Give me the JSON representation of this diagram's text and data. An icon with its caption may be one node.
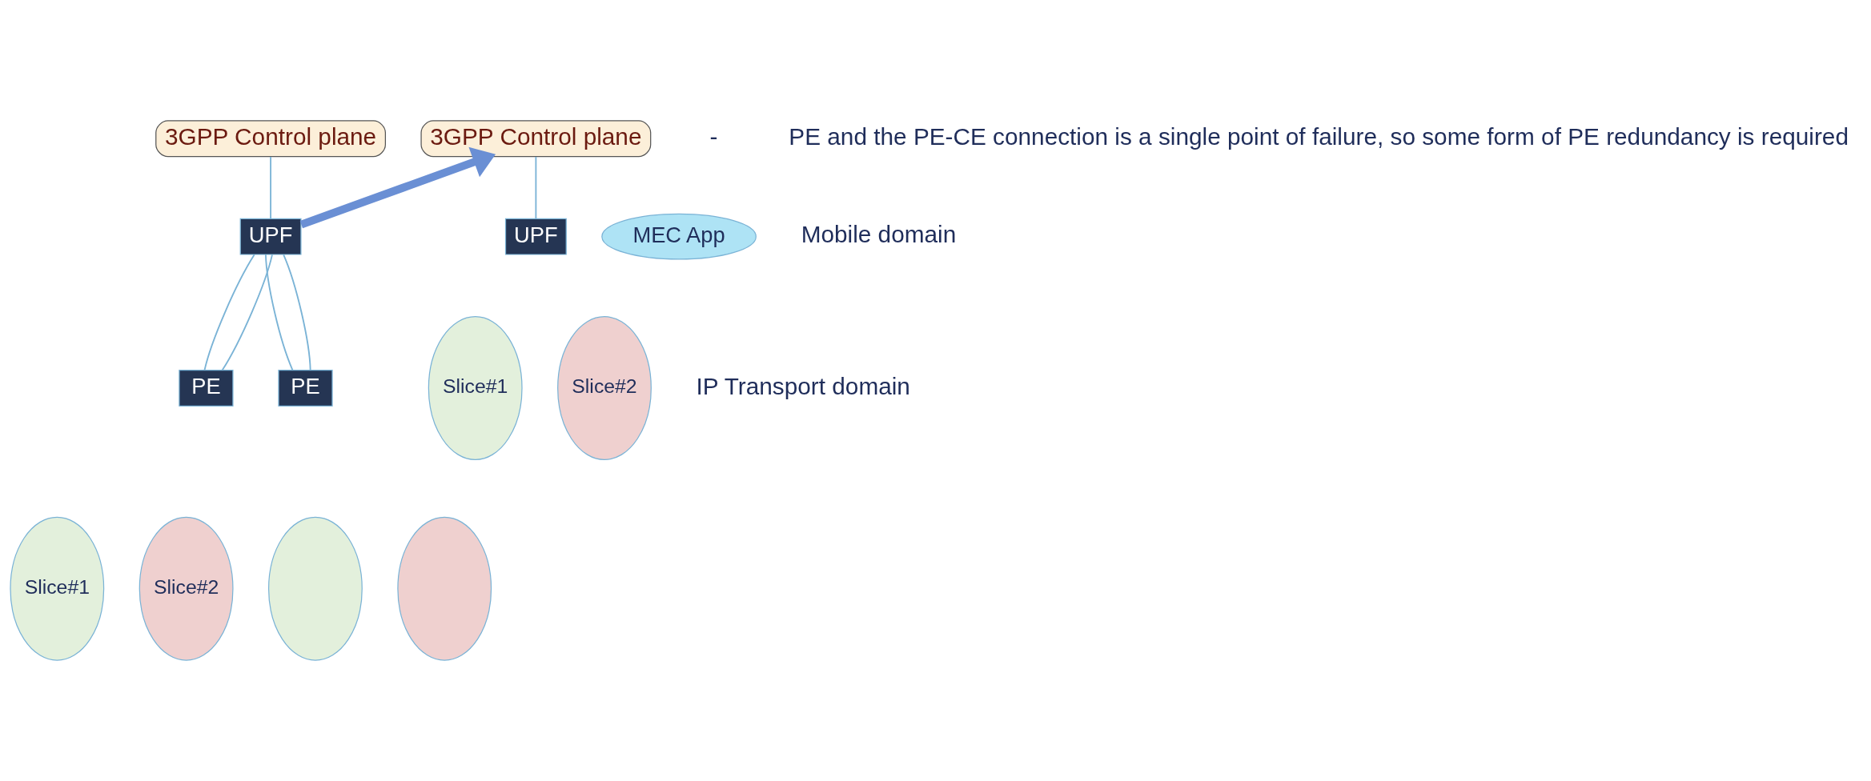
{
  "diagram": {
    "nodes": [
      {
        "text": [
          "3GPP Control plane"
        ]
      },
      {
        "text": [
          "UPF"
        ]
      },
      {
        "text": [
          "PE"
        ]
      },
      {
        "text": [
          "PE"
        ]
      },
      {
        "text": [
          "Slice#1"
        ]
      },
      {
        "text": [
          "Slice#2"
        ]
      },
      {
        "text": [],
        "shape": "ellipse"
      },
      {
        "text": [],
        "shape": "ellipse"
      },
      {
        "text": [
          "3GPP Control plane"
        ]
      },
      {
        "text": [
          "UPF"
        ]
      },
      {
        "text": [
          "MEC App"
        ]
      },
      {
        "text": [
          "Slice#1"
        ]
      },
      {
        "text": [
          "Slice#2"
        ]
      }
    ],
    "edges": [
      {
        "from": 0,
        "to": 1,
        "arrow": "none"
      },
      {
        "from": 1,
        "to": 2,
        "arrow": "none"
      },
      {
        "from": 1,
        "to": 2,
        "arrow": "none"
      },
      {
        "from": 1,
        "to": 3,
        "arrow": "none"
      },
      {
        "from": 1,
        "to": 3,
        "arrow": "none"
      },
      {
        "from": 1,
        "to": 8,
        "arrow": "to",
        "style": "thick",
        "color": "#6a8fd4"
      },
      {
        "from": 8,
        "to": 9,
        "arrow": "none"
      }
    ],
    "labels": [
      "Mobile domain",
      "IP Transport domain",
      "-",
      "PE and the PE-CE connection is a single point of failure, so some form of PE redundancy is required"
    ]
  }
}
